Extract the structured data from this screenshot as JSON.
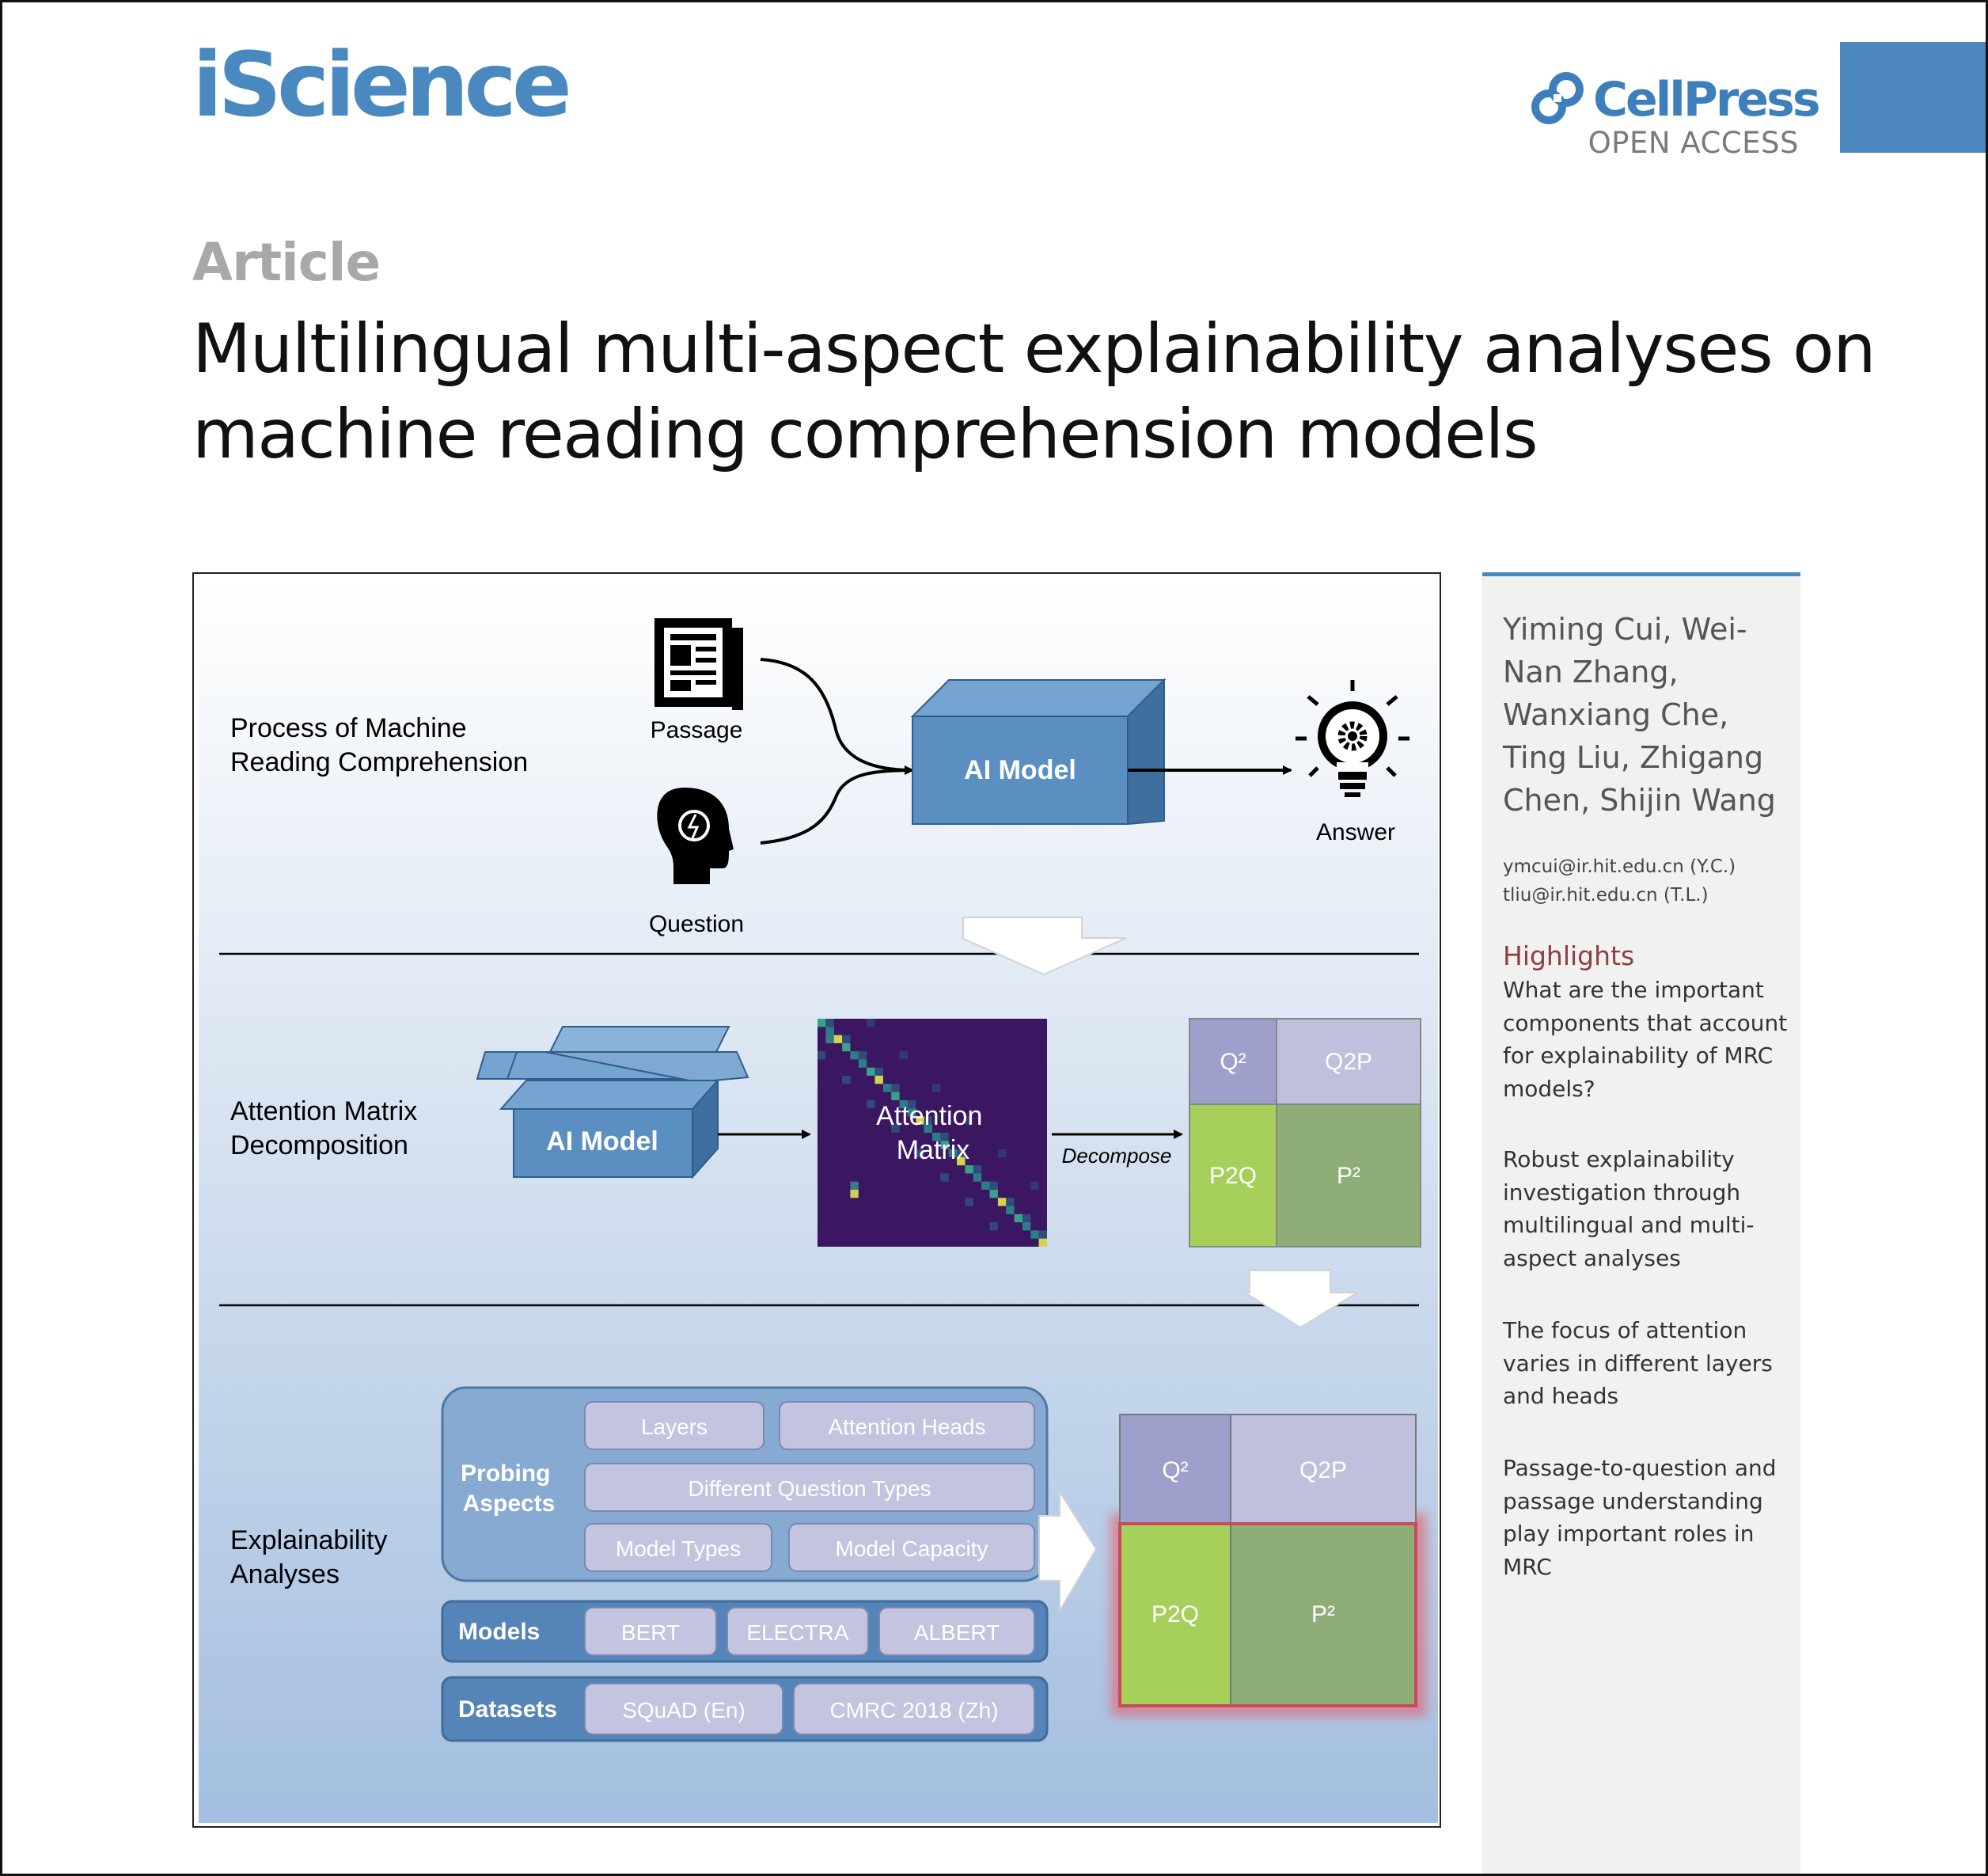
{
  "header": {
    "journal": "iScience",
    "publisher": "CellPress",
    "access": "OPEN ACCESS"
  },
  "article": {
    "type": "Article",
    "title": "Multilingual multi-aspect explainability analyses on machine reading comprehension models"
  },
  "figure": {
    "section1": {
      "label": "Process of Machine Reading Comprehension",
      "passage": "Passage",
      "question": "Question",
      "model": "AI Model",
      "answer": "Answer"
    },
    "section2": {
      "label": "Attention Matrix Decomposition",
      "model": "AI Model",
      "matrix": "Attention Matrix",
      "decompose": "Decompose",
      "blocks": {
        "q2": "Q²",
        "q2p": "Q2P",
        "p2q": "P2Q",
        "p2": "P²"
      }
    },
    "section3": {
      "label": "Explainability Analyses",
      "probing_label": "Probing Aspects",
      "probing_items": [
        "Layers",
        "Attention Heads",
        "Different Question Types",
        "Model Types",
        "Model Capacity"
      ],
      "models_label": "Models",
      "models": [
        "BERT",
        "ELECTRA",
        "ALBERT"
      ],
      "datasets_label": "Datasets",
      "datasets": [
        "SQuAD (En)",
        "CMRC 2018 (Zh)"
      ],
      "blocks": {
        "q2": "Q²",
        "q2p": "Q2P",
        "p2q": "P2Q",
        "p2": "P²"
      }
    }
  },
  "sidebar": {
    "authors": "Yiming Cui, Wei-Nan Zhang, Wanxiang Che, Ting Liu, Zhigang Chen, Shijin Wang",
    "emails": [
      "ymcui@ir.hit.edu.cn (Y.C.)",
      "tliu@ir.hit.edu.cn (T.L.)"
    ],
    "highlights_title": "Highlights",
    "highlights": [
      "What are the important components that account for explainability of MRC models?",
      "Robust explainability investigation through multilingual and multi-aspect analyses",
      "The focus of attention varies in different layers and heads",
      "Passage-to-question and passage understanding play important roles in MRC"
    ]
  },
  "colors": {
    "brand_blue": "#4a88c0",
    "cube_blue": "#5b8fc2",
    "q_block": "#9f9fcb",
    "q2p_block": "#bfc0dc",
    "p2q_block": "#a6d05a",
    "p2_block": "#8fad77",
    "highlight_red": "#8c3f40",
    "matrix_bg": "#3a1760"
  }
}
